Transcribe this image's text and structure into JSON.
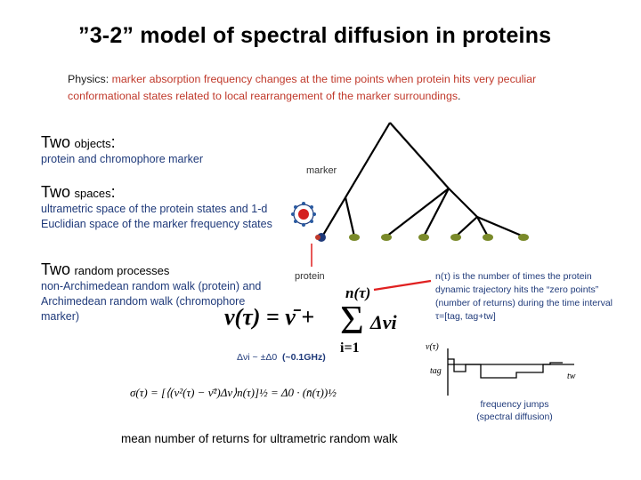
{
  "title": "”3-2” model of spectral diffusion in proteins",
  "physics": {
    "label": "Physics: ",
    "text": "marker absorption frequency changes at the time points when protein hits very peculiar conformational states related to local rearrangement of the marker surroundings",
    "end": "."
  },
  "sections": [
    {
      "word": "Two",
      "kind": "objects",
      "colon": ":",
      "desc": "protein and chromophore marker"
    },
    {
      "word": "Two",
      "kind": "spaces",
      "colon": ":",
      "desc": "ultrametric space of the protein states and 1-d Euclidian space of the marker frequency states"
    },
    {
      "word": "Two",
      "kind": "random processes",
      "colon": "",
      "desc": "non-Archimedean random walk (protein) and Archimedean random walk (chromophore marker)"
    }
  ],
  "tree": {
    "marker_label": "marker",
    "protein_label": "protein"
  },
  "note": "n(τ) is the number of times the protein dynamic trajectory hits the “zero points” (number of returns) during the time interval τ=[tag, tag+tw]",
  "equations": {
    "nu": "ν(τ) = ν̄ + Σ Δνi",
    "n_label": "n(τ)",
    "sum_lower": "i=1",
    "delta_nu": "Δνi ~ ±Δ0",
    "delta_nu_approx": "(~0.1GHz)",
    "sigma": "σ(τ) = [⟨(ν²(τ) − ν̄²)Δν⟩n(τ)]½ = Δ0 · (n̄(τ))½"
  },
  "plot": {
    "ylabel": "ν(τ)",
    "tag": "tag",
    "tw": "tw"
  },
  "freq_jumps": "frequency jumps (spectral diffusion)",
  "mean_returns": "mean number of returns  for ultrametric random walk",
  "colors": {
    "red": "#c0392b",
    "navy": "#1f3a7a",
    "olive": "#7a8a2a",
    "pointer": "#e02020"
  }
}
